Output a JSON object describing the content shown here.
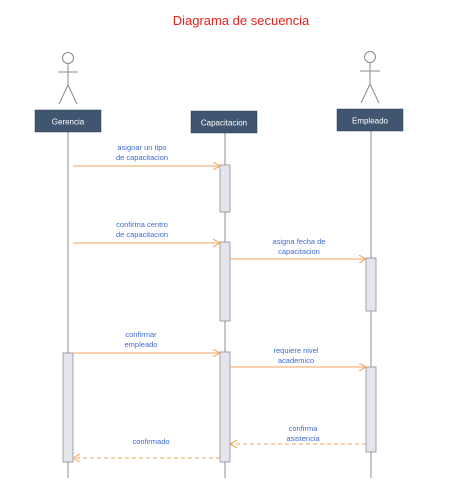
{
  "title": "Diagrama de secuencia",
  "colors": {
    "title": "#e8211c",
    "header_fill": "#3f5570",
    "lifeline": "#8a8f98",
    "activation_fill": "#e4e6ec",
    "arrow": "#f4a35e",
    "message_text": "#3e6bd6",
    "actor_stroke": "#8a8a8a"
  },
  "participants": [
    {
      "id": "gerencia",
      "label": "Gerencia",
      "actor": true
    },
    {
      "id": "capacitacion",
      "label": "Capacitacion",
      "actor": false
    },
    {
      "id": "empleado",
      "label": "Empleado",
      "actor": true
    }
  ],
  "messages": [
    {
      "from": "gerencia",
      "to": "capacitacion",
      "lines": [
        "asignar un tipo",
        "de capacitacion"
      ],
      "style": "solid"
    },
    {
      "from": "gerencia",
      "to": "capacitacion",
      "lines": [
        "confirma centro",
        "de capacitacion"
      ],
      "style": "solid"
    },
    {
      "from": "capacitacion",
      "to": "empleado",
      "lines": [
        "asigna fecha de",
        "capacitacion"
      ],
      "style": "solid"
    },
    {
      "from": "gerencia",
      "to": "capacitacion",
      "lines": [
        "confirmar",
        "empleado"
      ],
      "style": "solid"
    },
    {
      "from": "capacitacion",
      "to": "empleado",
      "lines": [
        "requiere nivel",
        "academico"
      ],
      "style": "solid"
    },
    {
      "from": "empleado",
      "to": "capacitacion",
      "lines": [
        "confirma",
        "asistencia"
      ],
      "style": "dashed"
    },
    {
      "from": "capacitacion",
      "to": "gerencia",
      "lines": [
        "confirmado"
      ],
      "style": "dashed"
    }
  ]
}
